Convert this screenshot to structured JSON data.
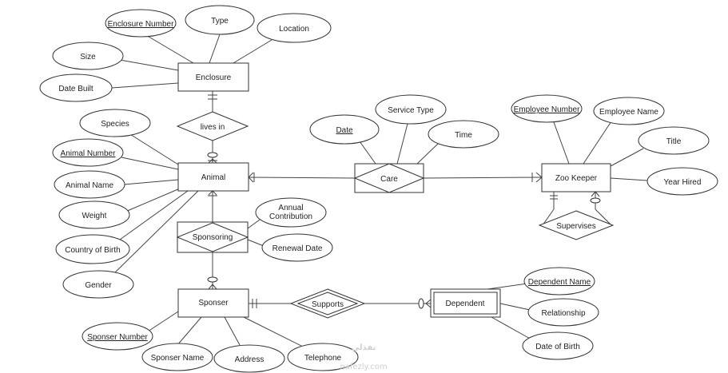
{
  "entities": {
    "enclosure": "Enclosure",
    "animal": "Animal",
    "sponser": "Sponser",
    "zoo_keeper": "Zoo Keeper",
    "dependent": "Dependent"
  },
  "relationships": {
    "lives_in": "lives in",
    "care": "Care",
    "sponsoring": "Sponsoring",
    "supports": "Supports",
    "supervises": "Supervises"
  },
  "attributes": {
    "enclosure_number": "Enclosure Number",
    "type": "Type",
    "location": "Location",
    "size": "Size",
    "date_built": "Date Built",
    "species": "Species",
    "animal_number": "Animal Number",
    "animal_name": "Animal Name",
    "weight": "Weight",
    "country_of_birth": "Country of Birth",
    "gender": "Gender",
    "annual_contribution_1": "Annual",
    "annual_contribution_2": "Contribution",
    "renewal_date": "Renewal Date",
    "date": "Date",
    "service_type": "Service Type",
    "time": "Time",
    "employee_number": "Employee Number",
    "employee_name": "Employee Name",
    "title": "Title",
    "year_hired": "Year Hired",
    "sponser_number": "Sponser Number",
    "sponser_name": "Sponser Name",
    "address": "Address",
    "telephone": "Telephone",
    "dependent_name": "Dependent Name",
    "relationship": "Relationship",
    "date_of_birth": "Date of Birth"
  },
  "watermark": {
    "arabic": "نفذلي",
    "latin": "nafezly.com"
  }
}
